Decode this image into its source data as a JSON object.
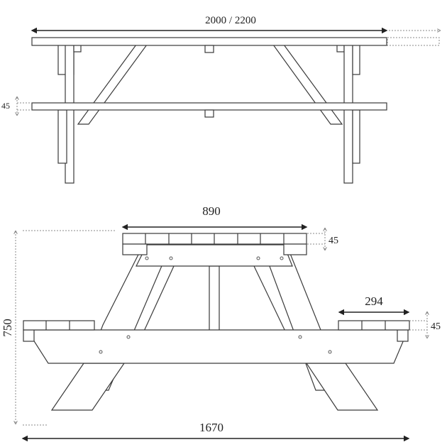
{
  "side_view": {
    "length_label": "2000 / 2200",
    "thickness_label": "45"
  },
  "end_view": {
    "top_width_label": "890",
    "top_thickness_label": "45",
    "seat_width_label": "294",
    "seat_thickness_label": "45",
    "height_label": "750",
    "overall_width_label": "1670"
  },
  "colors": {
    "line": "#3a3a3a",
    "dimension": "#222222",
    "dotted": "#888888",
    "background": "#ffffff"
  }
}
